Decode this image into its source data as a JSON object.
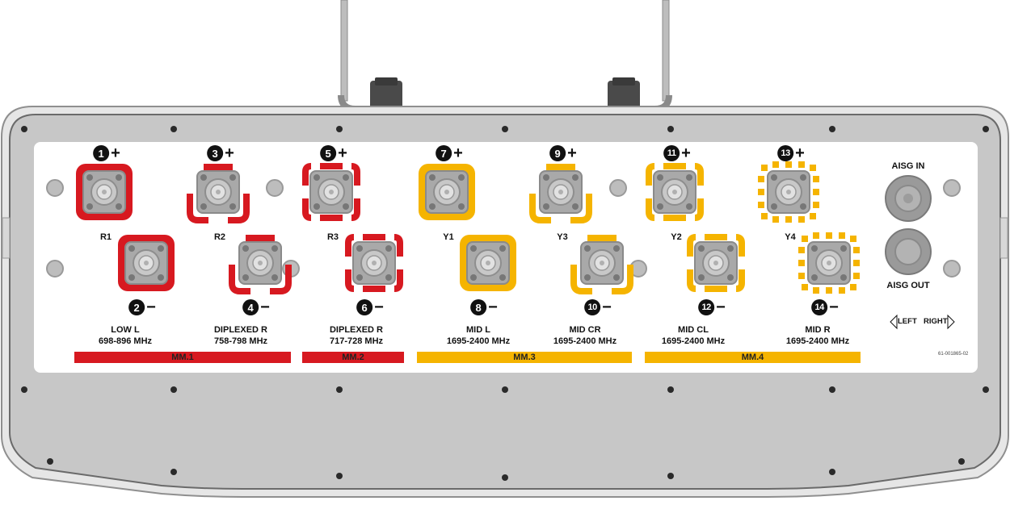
{
  "colors": {
    "red": "#d71920",
    "yellow": "#f5b400",
    "panel": "#c8c8c8",
    "label_plate": "#ffffff"
  },
  "ports": [
    {
      "num": "1",
      "sign": "+",
      "label": "R1",
      "color": "red",
      "pattern": "full"
    },
    {
      "num": "2",
      "sign": "−",
      "label": "",
      "color": "red",
      "pattern": "full"
    },
    {
      "num": "3",
      "sign": "+",
      "label": "R2",
      "color": "red",
      "pattern": "half"
    },
    {
      "num": "4",
      "sign": "−",
      "label": "",
      "color": "red",
      "pattern": "half"
    },
    {
      "num": "5",
      "sign": "+",
      "label": "R3",
      "color": "red",
      "pattern": "dashed"
    },
    {
      "num": "6",
      "sign": "−",
      "label": "",
      "color": "red",
      "pattern": "dashed"
    },
    {
      "num": "7",
      "sign": "+",
      "label": "Y1",
      "color": "yellow",
      "pattern": "full"
    },
    {
      "num": "8",
      "sign": "−",
      "label": "",
      "color": "yellow",
      "pattern": "full"
    },
    {
      "num": "9",
      "sign": "+",
      "label": "Y3",
      "color": "yellow",
      "pattern": "half"
    },
    {
      "num": "10",
      "sign": "−",
      "label": "",
      "color": "yellow",
      "pattern": "half"
    },
    {
      "num": "11",
      "sign": "+",
      "label": "Y2",
      "color": "yellow",
      "pattern": "dashed"
    },
    {
      "num": "12",
      "sign": "−",
      "label": "",
      "color": "yellow",
      "pattern": "dashed"
    },
    {
      "num": "13",
      "sign": "+",
      "label": "Y4",
      "color": "yellow",
      "pattern": "dotted"
    },
    {
      "num": "14",
      "sign": "−",
      "label": "",
      "color": "yellow",
      "pattern": "dotted"
    }
  ],
  "bands": [
    {
      "name": "LOW L",
      "freq": "698-896 MHz"
    },
    {
      "name": "DIPLEXED R",
      "freq": "758-798 MHz"
    },
    {
      "name": "DIPLEXED R",
      "freq": "717-728 MHz"
    },
    {
      "name": "MID L",
      "freq": "1695-2400 MHz"
    },
    {
      "name": "MID CR",
      "freq": "1695-2400 MHz"
    },
    {
      "name": "MID CL",
      "freq": "1695-2400 MHz"
    },
    {
      "name": "MID R",
      "freq": "1695-2400 MHz"
    }
  ],
  "modules": [
    {
      "label": "MM.1",
      "color": "red"
    },
    {
      "label": "MM.2",
      "color": "red"
    },
    {
      "label": "MM.3",
      "color": "yellow"
    },
    {
      "label": "MM.4",
      "color": "yellow"
    }
  ],
  "aisg": {
    "in": "AISG IN",
    "out": "AISG OUT"
  },
  "direction": {
    "left": "LEFT",
    "right": "RIGHT"
  },
  "part_number": "61-001865-02"
}
